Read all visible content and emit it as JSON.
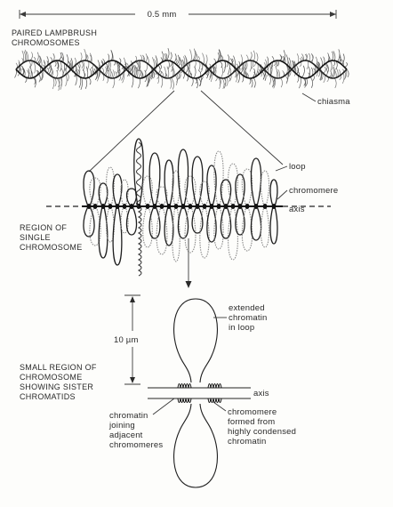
{
  "labels": {
    "scale": "0.5 mm",
    "paired_line1": "PAIRED LAMPBRUSH",
    "paired_line2": "CHROMOSOMES",
    "chiasma": "chiasma",
    "loop": "loop",
    "chromomere": "chromomere",
    "axis_top": "axis",
    "region_line1": "REGION OF",
    "region_line2": "SINGLE",
    "region_line3": "CHROMOSOME",
    "ten_um": "10 µm",
    "extended_line1": "extended",
    "extended_line2": "chromatin",
    "extended_line3": "in loop",
    "small_line1": "SMALL REGION OF",
    "small_line2": "CHROMOSOME",
    "small_line3": "SHOWING SISTER",
    "small_line4": "CHROMATIDS",
    "axis_bottom": "axis",
    "chromatin_line1": "chromatin",
    "chromatin_line2": "joining",
    "chromatin_line3": "adjacent",
    "chromatin_line4": "chromomeres",
    "chromomere_formed_line1": "chromomere",
    "chromomere_formed_line2": "formed from",
    "chromomere_formed_line3": "highly condensed",
    "chromomere_formed_line4": "chromatin"
  }
}
